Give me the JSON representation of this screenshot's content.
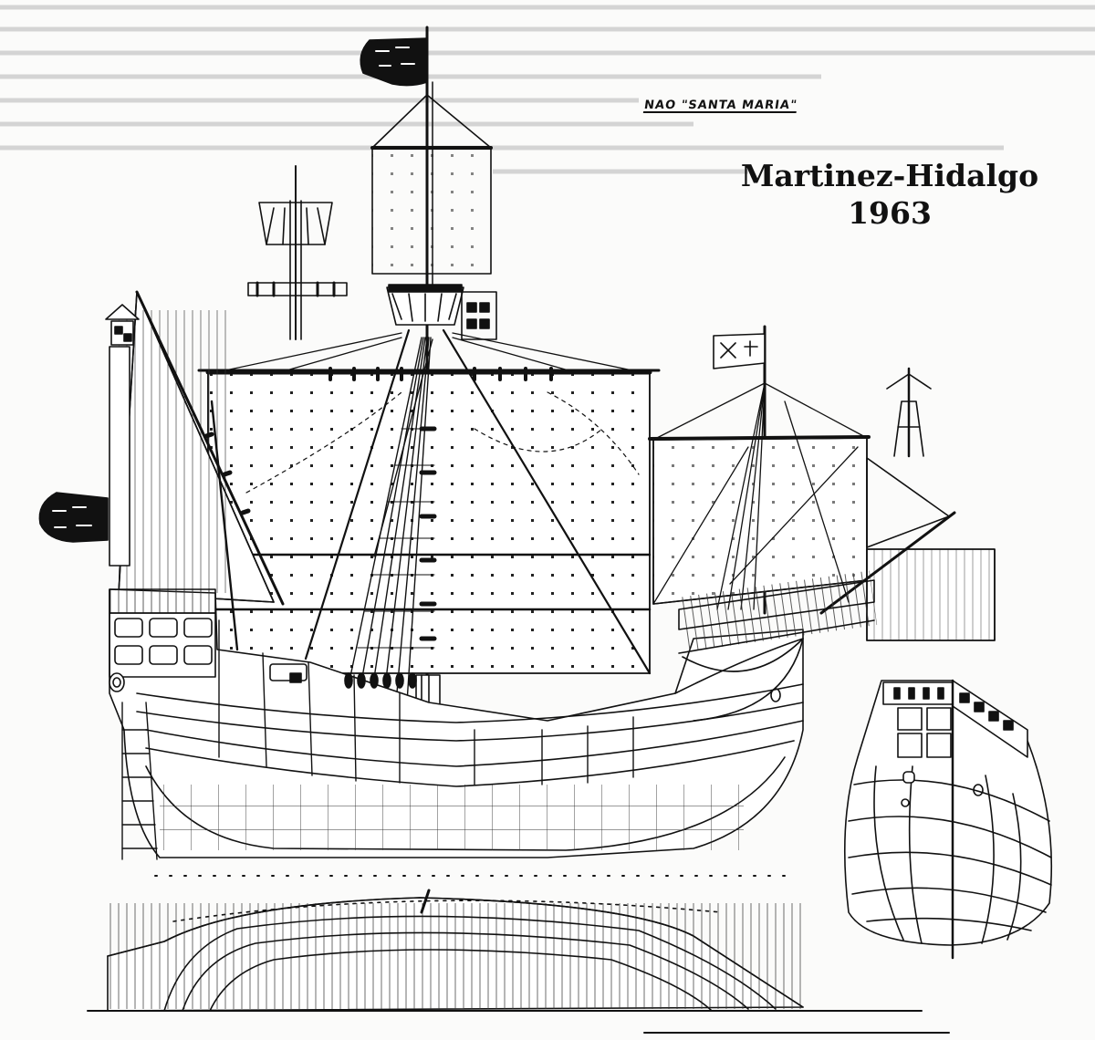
{
  "figure": {
    "caption": "NAO \"SANTA MARIA\"",
    "author": "Martinez-Hidalgo",
    "year": "1963"
  },
  "colors": {
    "background": "#fbfbfa",
    "ink": "#111111",
    "faint_text": "#c9c9c9"
  },
  "views": [
    "profile-view",
    "stern-view",
    "half-breadth-plan"
  ]
}
